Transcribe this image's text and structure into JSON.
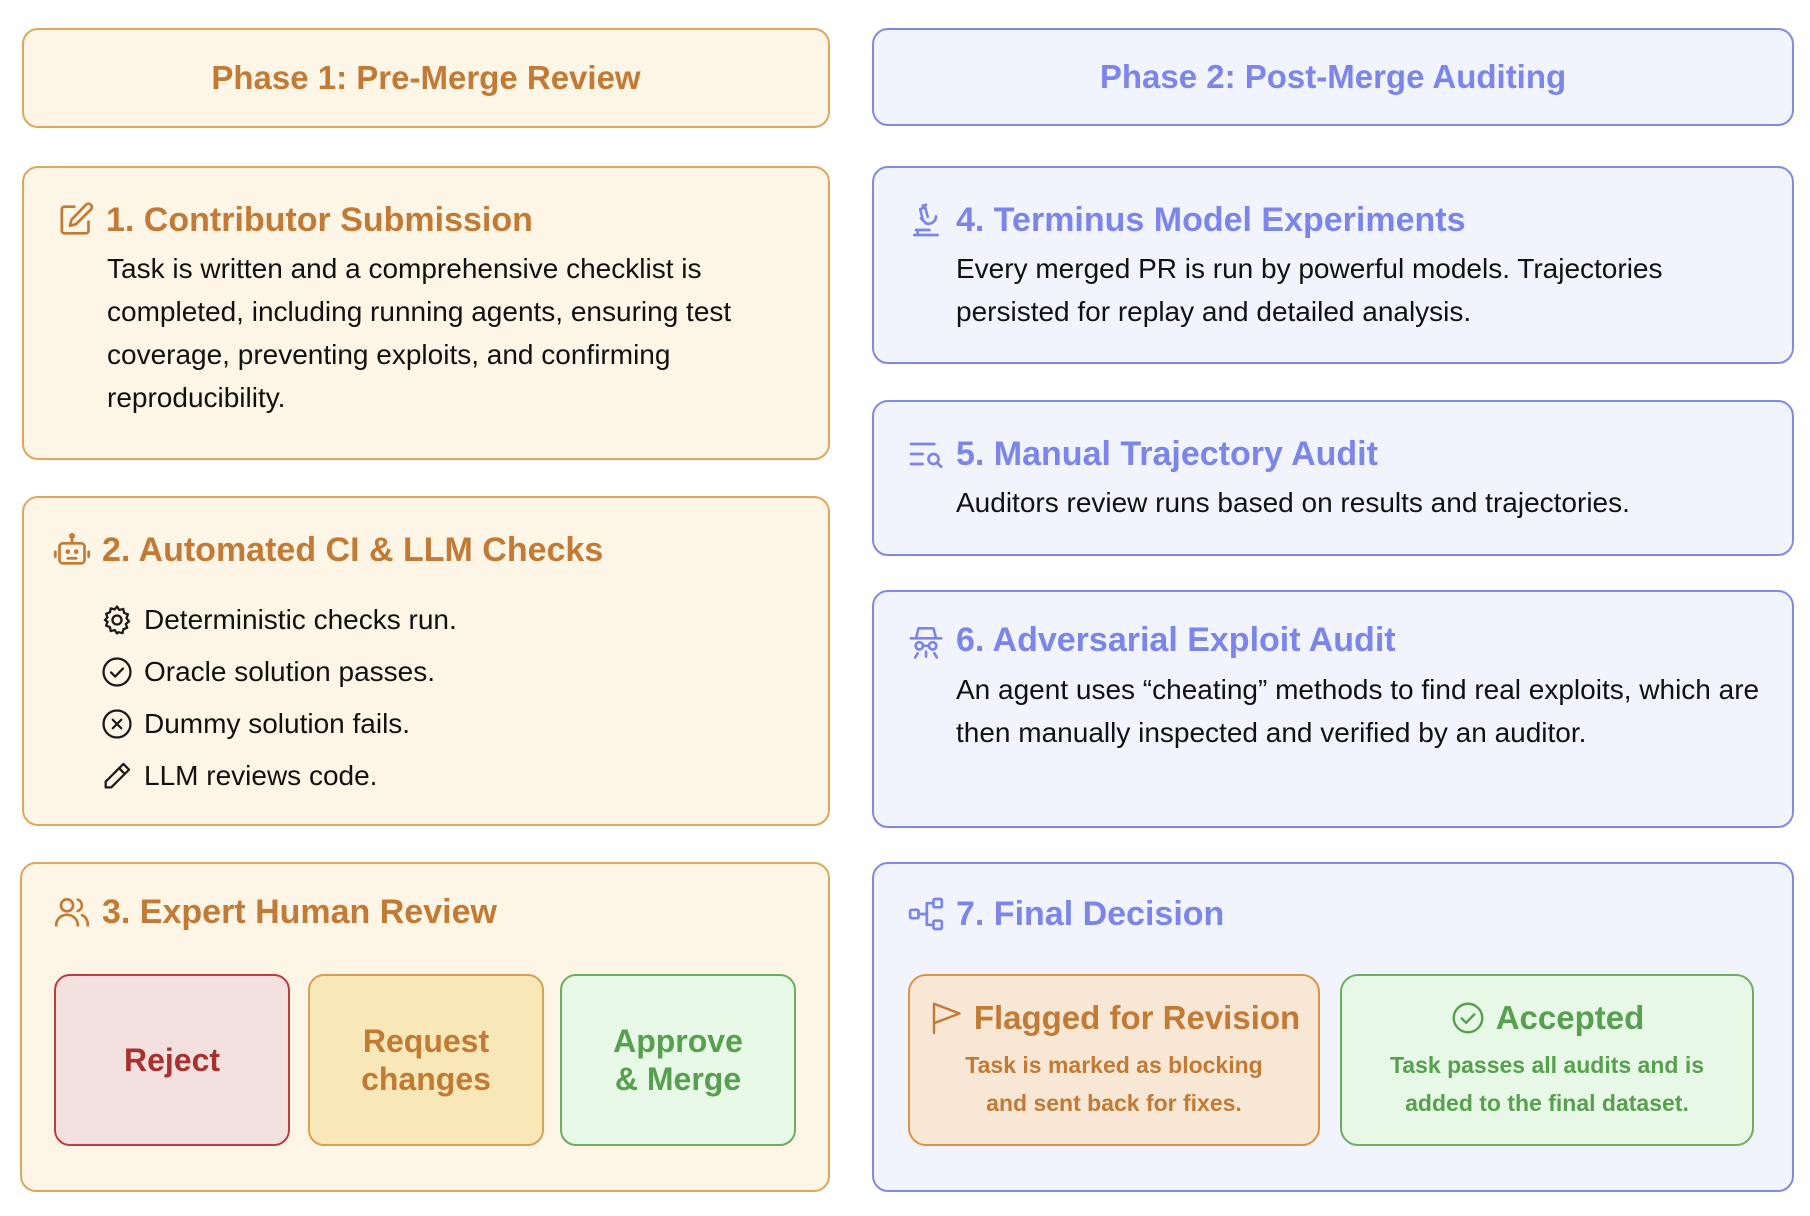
{
  "colors": {
    "phase1_accent": "#c27a35",
    "phase2_accent": "#7b85ea",
    "reject": "#a9302f",
    "approve": "#57a04f"
  },
  "phase1": {
    "title": "Phase 1: Pre-Merge Review",
    "step1": {
      "icon": "edit-icon",
      "title": "1. Contributor Submission",
      "desc": "Task is written and a comprehensive checklist is completed, including running agents, ensuring test coverage, preventing exploits, and confirming reproducibility."
    },
    "step2": {
      "icon": "robot-icon",
      "title": "2. Automated CI & LLM Checks",
      "checks": [
        {
          "icon": "gear-icon",
          "label": "Deterministic checks run."
        },
        {
          "icon": "check-circle-icon",
          "label": "Oracle solution passes."
        },
        {
          "icon": "x-circle-icon",
          "label": "Dummy solution fails."
        },
        {
          "icon": "pencil-icon",
          "label": "LLM reviews code."
        }
      ]
    },
    "step3": {
      "icon": "users-icon",
      "title": "3. Expert Human Review",
      "options": {
        "reject": "Reject",
        "request_line1": "Request",
        "request_line2": "changes",
        "approve_line1": "Approve",
        "approve_line2": "& Merge"
      }
    }
  },
  "phase2": {
    "title": "Phase 2: Post-Merge Auditing",
    "step4": {
      "icon": "microscope-icon",
      "title": "4. Terminus Model Experiments",
      "desc": "Every merged PR is run by powerful models. Trajectories persisted for replay and detailed analysis."
    },
    "step5": {
      "icon": "list-search-icon",
      "title": "5. Manual Trajectory Audit",
      "desc": "Auditors review runs based on results and trajectories."
    },
    "step6": {
      "icon": "spy-icon",
      "title": "6. Adversarial Exploit Audit",
      "desc": "An agent uses “cheating” methods to find real exploits, which are then manually inspected and verified by an auditor."
    },
    "step7": {
      "icon": "workflow-icon",
      "title": "7. Final Decision",
      "flagged": {
        "icon": "flag-icon",
        "title": "Flagged for Revision",
        "desc_line1": "Task is marked as blocking",
        "desc_line2": "and sent back for fixes."
      },
      "accepted": {
        "icon": "check-circle-icon",
        "title": "Accepted",
        "desc_line1": "Task passes all audits and is",
        "desc_line2": "added to the final dataset."
      }
    }
  }
}
